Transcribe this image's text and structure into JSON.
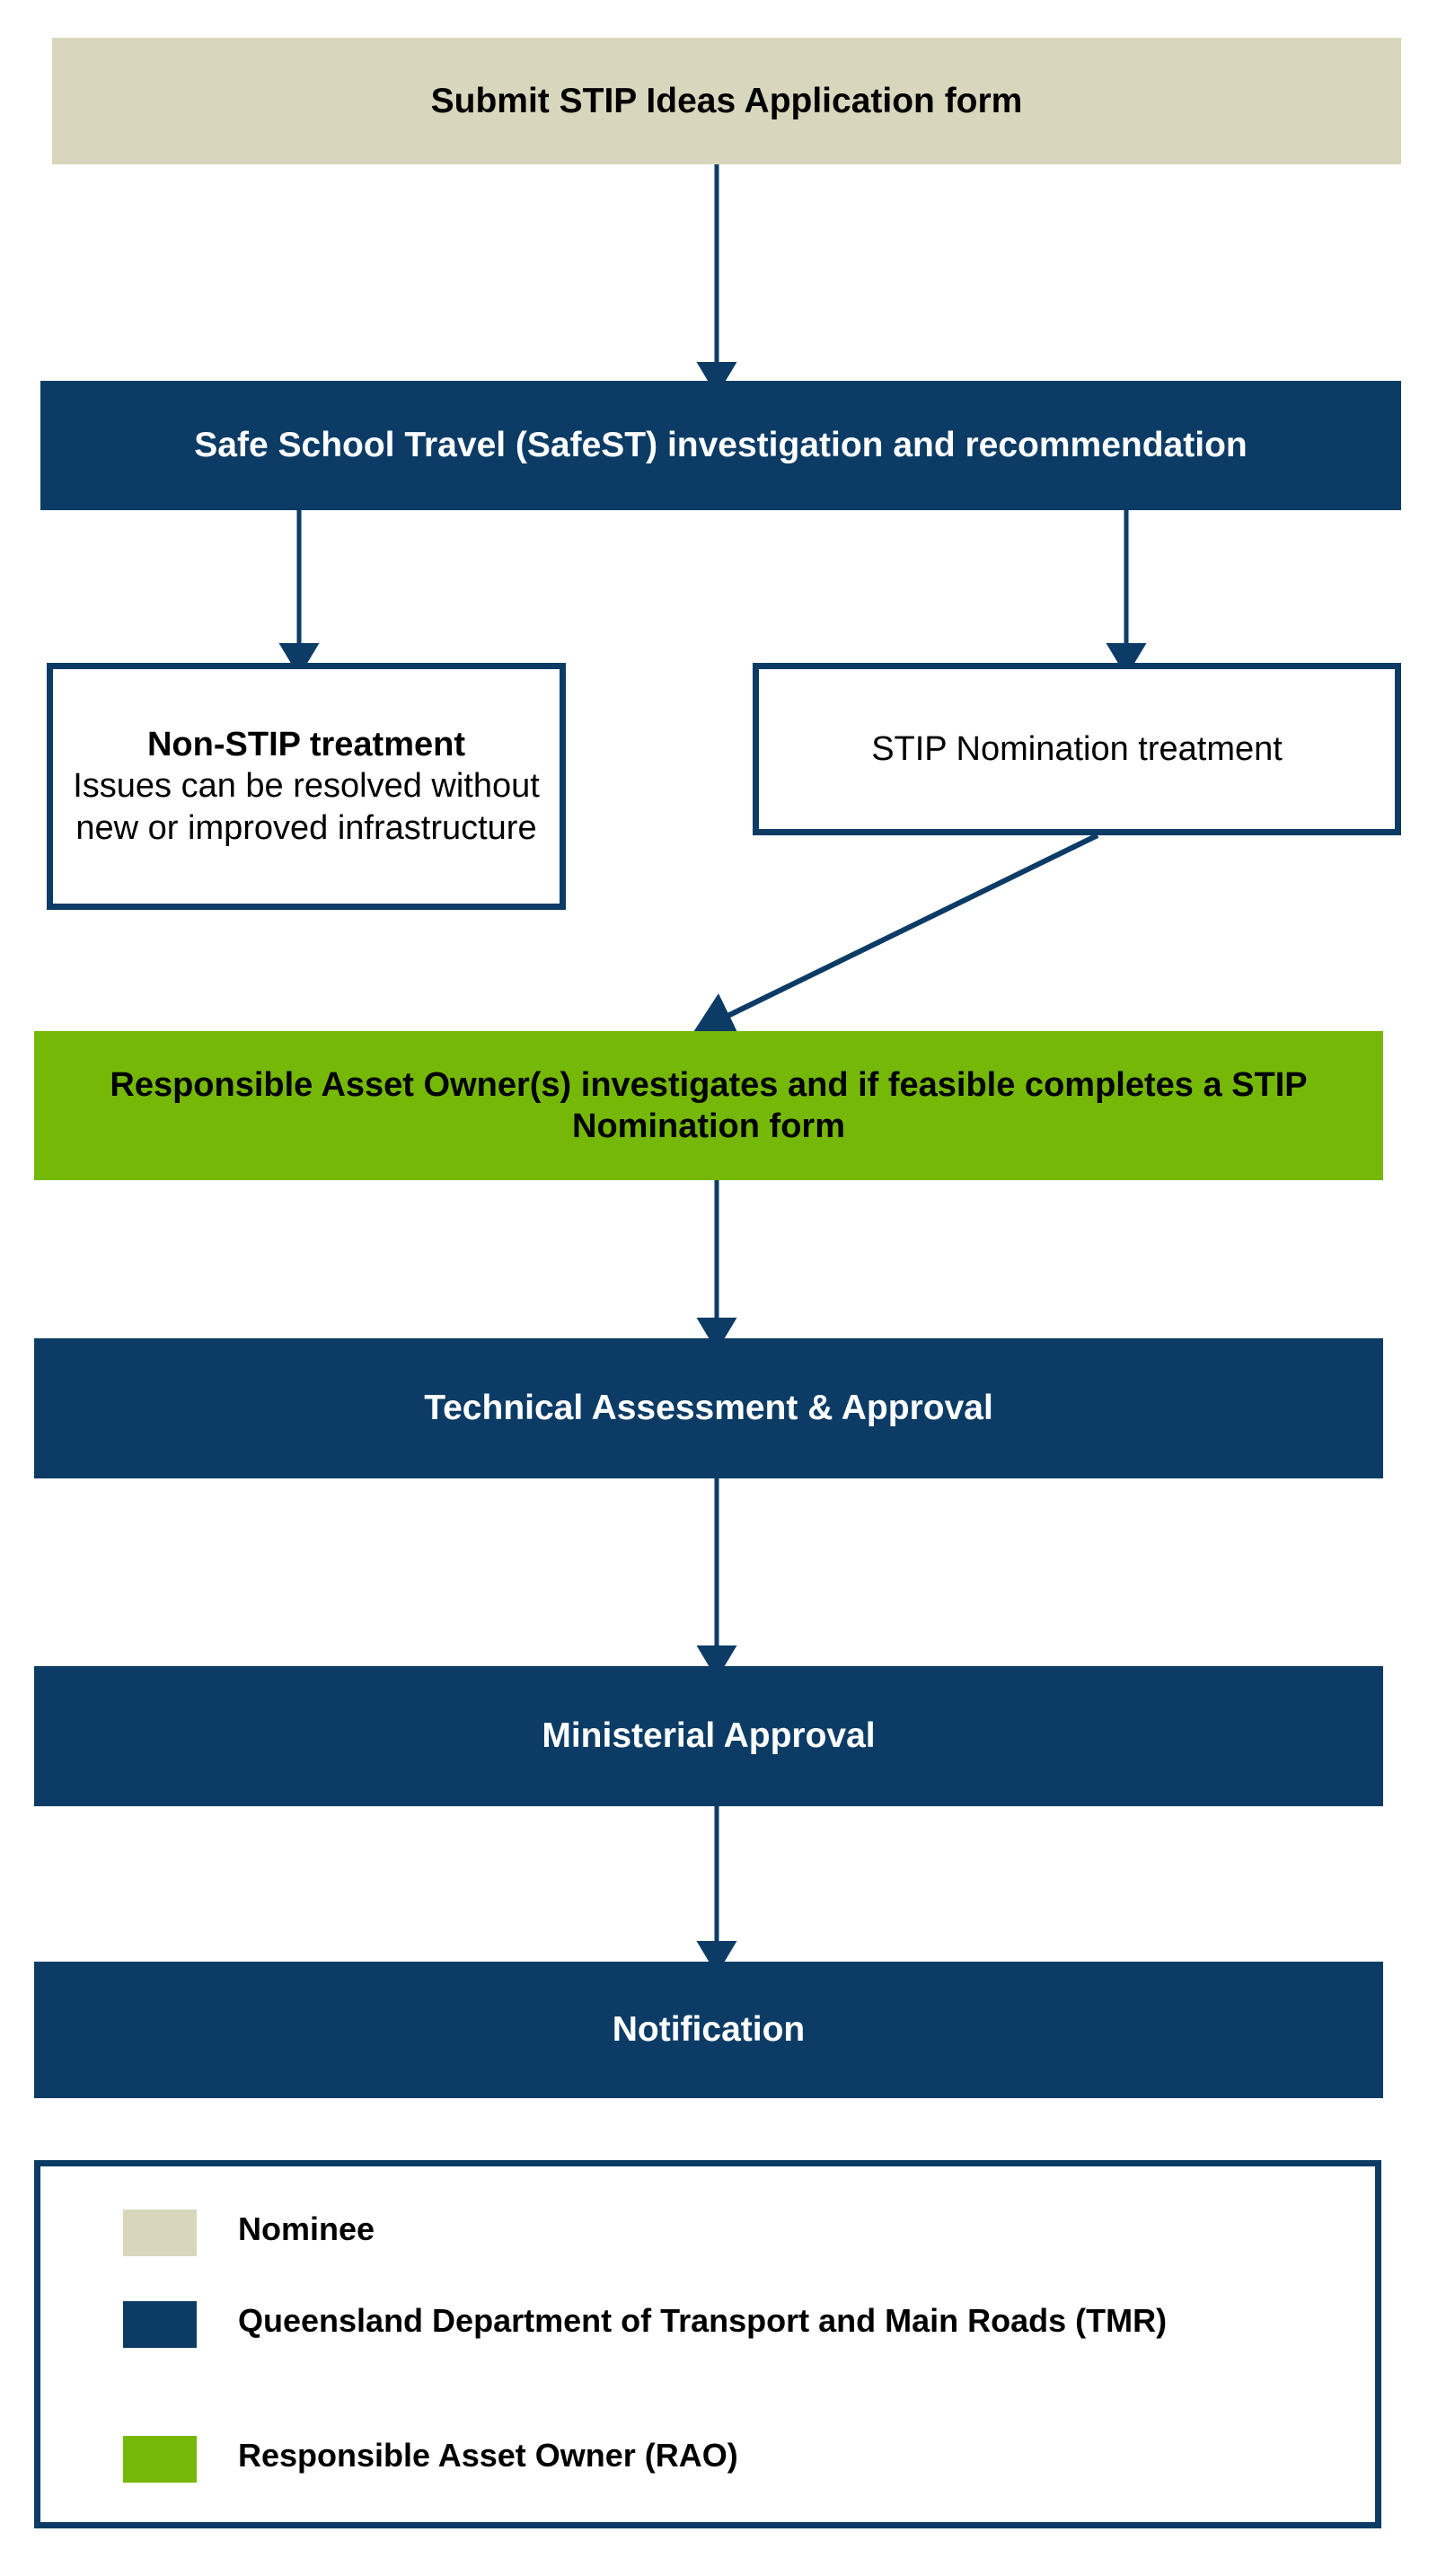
{
  "diagram": {
    "title": "STIP nomination process flowchart",
    "colors": {
      "nominee": "#d8d7bd",
      "tmr": "#0c3c66",
      "rao": "#76b807",
      "arrow": "#0c3c66",
      "box_fill_white": "#ffffff",
      "text_dark": "#000000",
      "text_light": "#ffffff"
    },
    "nodes": [
      {
        "id": "submit-stip-ideas",
        "text": "Submit STIP Ideas Application form",
        "owner": "Nominee"
      },
      {
        "id": "safest-investigation",
        "text": "Safe School Travel (SafeST) investigation and recommendation",
        "owner": "TMR"
      },
      {
        "id": "non-stip-treatment",
        "heading": "Non-STIP treatment",
        "body": "Issues can be resolved without new or improved infrastructure",
        "owner": "TMR"
      },
      {
        "id": "stip-nomination-treatment",
        "text": "STIP Nomination treatment",
        "owner": "TMR"
      },
      {
        "id": "rao-investigates",
        "text": "Responsible Asset Owner(s) investigates and if feasible completes a STIP Nomination form",
        "owner": "RAO"
      },
      {
        "id": "technical-assessment",
        "text": "Technical Assessment & Approval",
        "owner": "TMR"
      },
      {
        "id": "ministerial-approval",
        "text": "Ministerial Approval",
        "owner": "TMR"
      },
      {
        "id": "notification",
        "text": "Notification",
        "owner": "TMR"
      }
    ],
    "edges": [
      {
        "from": "submit-stip-ideas",
        "to": "safest-investigation"
      },
      {
        "from": "safest-investigation",
        "to": "non-stip-treatment"
      },
      {
        "from": "safest-investigation",
        "to": "stip-nomination-treatment"
      },
      {
        "from": "stip-nomination-treatment",
        "to": "rao-investigates"
      },
      {
        "from": "rao-investigates",
        "to": "technical-assessment"
      },
      {
        "from": "technical-assessment",
        "to": "ministerial-approval"
      },
      {
        "from": "ministerial-approval",
        "to": "notification"
      }
    ]
  },
  "legend": {
    "items": [
      {
        "swatch_color": "#d8d7bd",
        "label": "Nominee"
      },
      {
        "swatch_color": "#0c3c66",
        "label": "Queensland Department of Transport and Main Roads (TMR)"
      },
      {
        "swatch_color": "#76b807",
        "label": "Responsible Asset Owner (RAO)"
      }
    ]
  }
}
